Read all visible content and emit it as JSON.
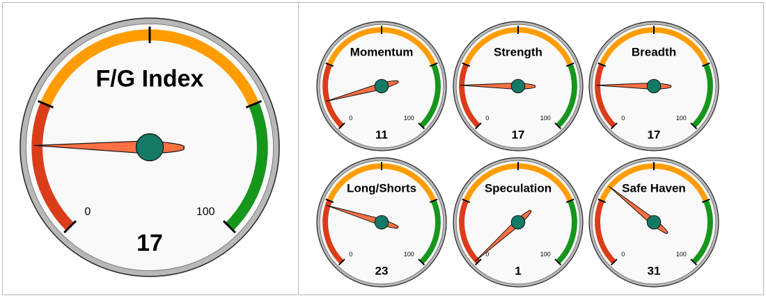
{
  "colors": {
    "fear": "#db3d1b",
    "neutral": "#ff9d00",
    "greed": "#16961b",
    "needle": "#ff7043",
    "hub": "#147a66",
    "face": "#f9f9f9",
    "rim": "#b8b8b8"
  },
  "main_gauge": {
    "title": "F/G Index",
    "value": 17,
    "value_label": "17",
    "min_label": "0",
    "max_label": "100"
  },
  "gauges": [
    {
      "id": "momentum",
      "title": "Momentum",
      "value": 11,
      "value_label": "11",
      "min_label": "0",
      "max_label": "100"
    },
    {
      "id": "strength",
      "title": "Strength",
      "value": 17,
      "value_label": "17",
      "min_label": "0",
      "max_label": "100"
    },
    {
      "id": "breadth",
      "title": "Breadth",
      "value": 17,
      "value_label": "17",
      "min_label": "0",
      "max_label": "100"
    },
    {
      "id": "long-shorts",
      "title": "Long/Shorts",
      "value": 23,
      "value_label": "23",
      "min_label": "0",
      "max_label": "100"
    },
    {
      "id": "speculation",
      "title": "Speculation",
      "value": 1,
      "value_label": "1",
      "min_label": "0",
      "max_label": "100"
    },
    {
      "id": "safe-haven",
      "title": "Safe Haven",
      "value": 31,
      "value_label": "31",
      "min_label": "0",
      "max_label": "100"
    }
  ]
}
